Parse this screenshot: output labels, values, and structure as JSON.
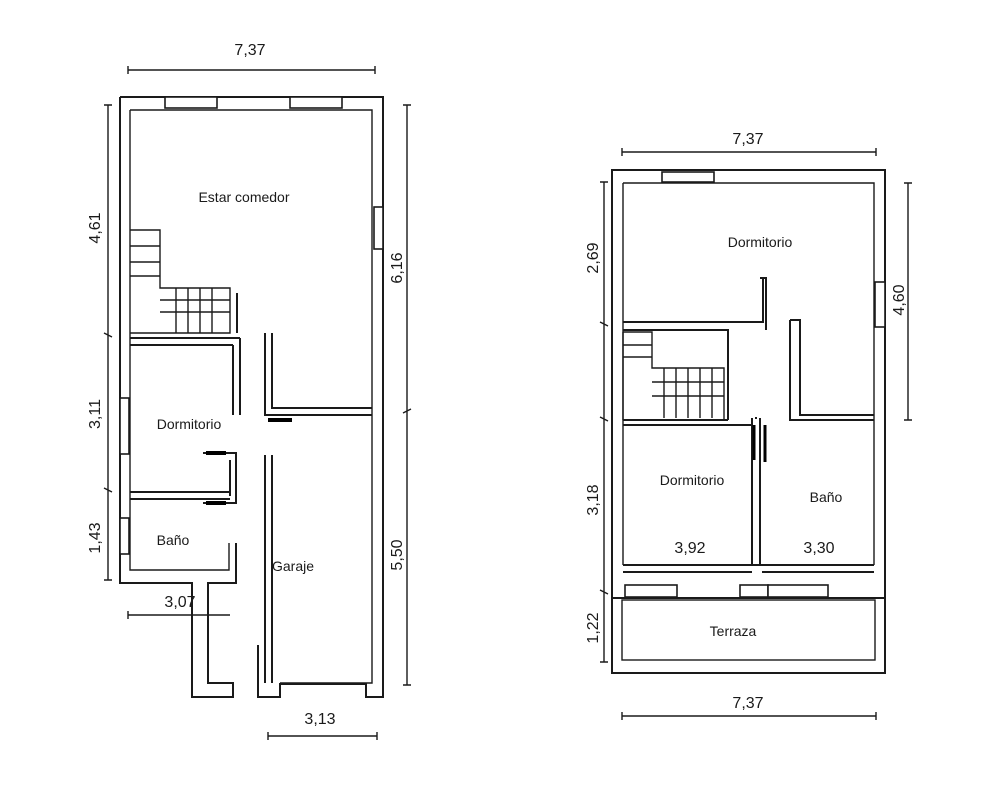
{
  "ground_floor": {
    "dims": {
      "top_width": "7,37",
      "left_upper": "4,61",
      "left_middle": "3,11",
      "left_lower": "1,43",
      "right_upper": "6,16",
      "right_lower": "5,50",
      "bottom_left": "3,07",
      "bottom_right": "3,13"
    },
    "rooms": {
      "living": "Estar comedor",
      "bedroom": "Dormitorio",
      "bath": "Baño",
      "garage": "Garaje"
    }
  },
  "upper_floor": {
    "dims": {
      "top_width": "7,37",
      "bottom_width": "7,37",
      "left_upper": "2,69",
      "left_middle": "3,18",
      "left_lower": "1,22",
      "right_upper": "4,60",
      "inner_left": "3,92",
      "inner_right": "3,30"
    },
    "rooms": {
      "bedroom_top": "Dormitorio",
      "bedroom_left": "Dormitorio",
      "bath": "Baño",
      "terrace": "Terraza"
    }
  }
}
